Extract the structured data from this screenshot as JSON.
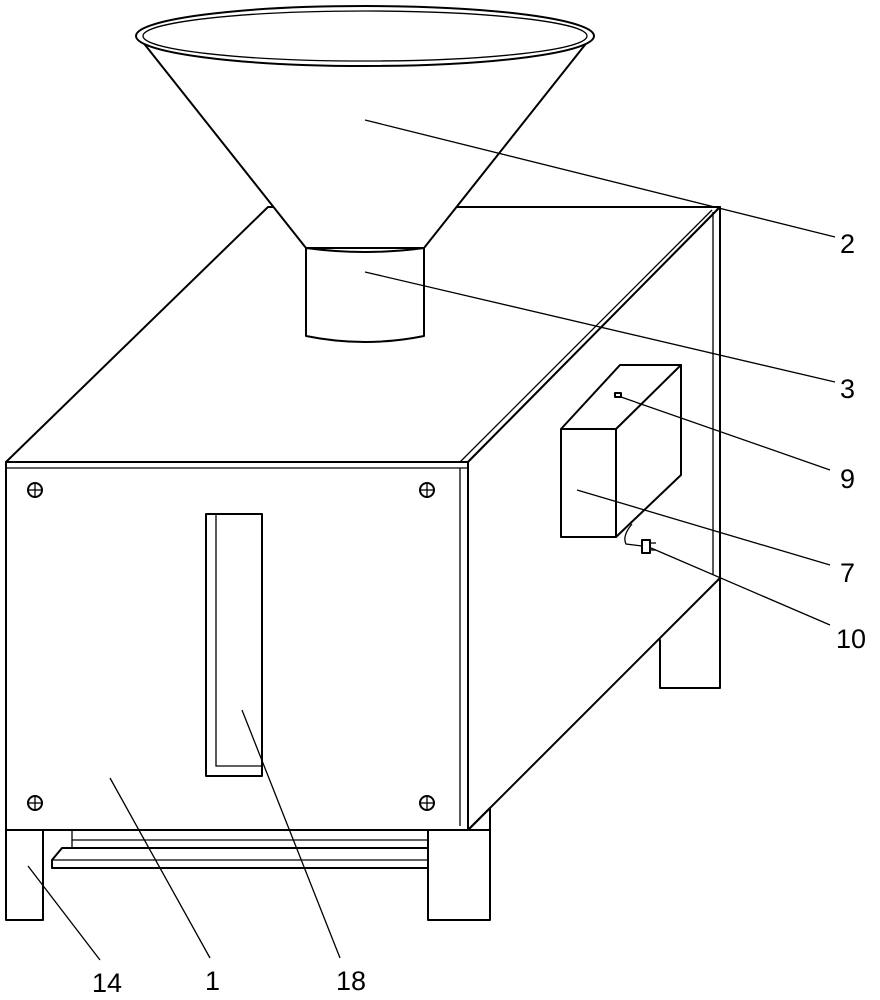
{
  "labels": {
    "hopper": "2",
    "feed_pipe": "3",
    "indicator": "9",
    "control_box": "7",
    "plug": "10",
    "support_leg": "14",
    "body": "1",
    "window": "18"
  }
}
